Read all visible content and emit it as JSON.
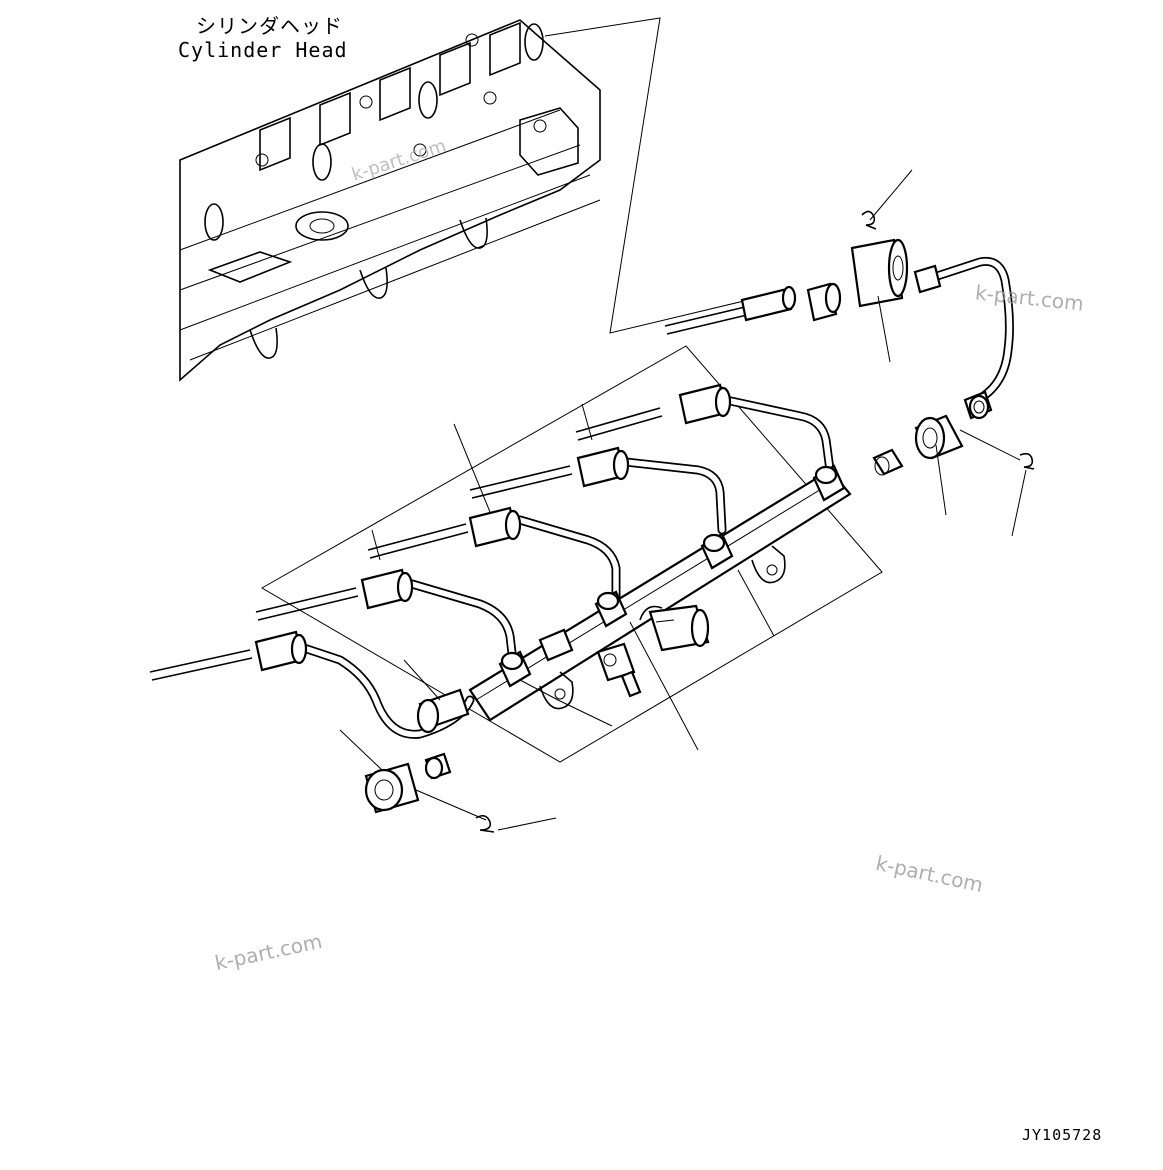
{
  "labels": {
    "cylinder_head_jp": "シリンダヘッド",
    "cylinder_head_en": "Cylinder Head",
    "drawing_id": "JY105728"
  },
  "watermarks": [
    "k-part.com",
    "k-part.com",
    "k-part.com",
    "k-part.com"
  ],
  "icons": [
    "cylinder-head-icon",
    "fuel-rail-icon",
    "injection-pipe-icon",
    "connector-nut-icon",
    "sleeve-icon",
    "clip-icon",
    "pressure-sensor-icon",
    "pressure-limiter-icon"
  ],
  "colors": {
    "line": "#000000",
    "background": "#ffffff",
    "watermark": "#9a9a9a"
  }
}
